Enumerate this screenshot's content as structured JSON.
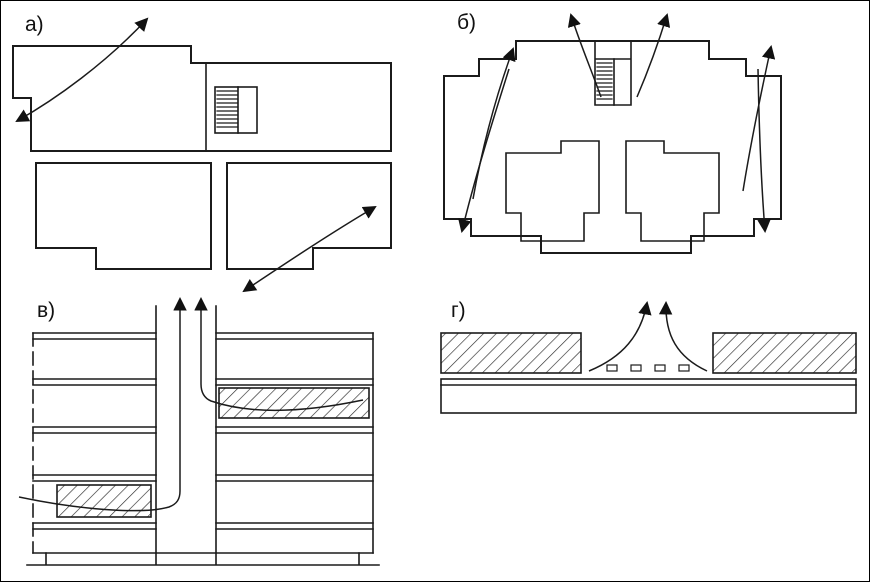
{
  "figure": {
    "colors": {
      "background": "#ffffff",
      "line": "#1b1b1b"
    },
    "panels": {
      "a": {
        "label": "а)"
      },
      "b": {
        "label": "б)"
      },
      "v": {
        "label": "в)"
      },
      "g": {
        "label": "г)"
      }
    }
  }
}
